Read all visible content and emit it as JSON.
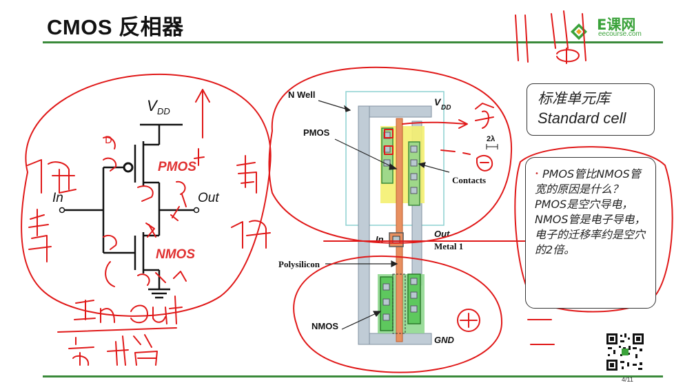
{
  "slide": {
    "title": "CMOS 反相器",
    "page_number": "4/11",
    "accent_color": "#3a8a3a"
  },
  "logo": {
    "text": "E课网",
    "subtext": "eecourse.com",
    "icon": "diamond-logo-icon",
    "color": "#3aa23a"
  },
  "schematic": {
    "vdd_label": "V",
    "vdd_sub": "DD",
    "pmos_label": "PMOS",
    "nmos_label": "NMOS",
    "in_label": "In",
    "out_label": "Out",
    "label_color": "#e03030"
  },
  "layout": {
    "nwell_label": "N Well",
    "vdd_label": "V",
    "vdd_sub": "DD",
    "pmos_label": "PMOS",
    "contacts_label": "Contacts",
    "in_label": "In",
    "out_label": "Out",
    "metal1_label": "Metal 1",
    "polysilicon_label": "Polysilicon",
    "nmos_label": "NMOS",
    "gnd_label": "GND",
    "scale_label": "2λ"
  },
  "standard_cell": {
    "title_zh": "标准单元库",
    "title_en": "Standard cell"
  },
  "note": {
    "text": "PMOS管比NMOS管宽的原因是什么？PMOS是空穴导电，NMOS管是电子导电，电子的迁移率约是空穴的2倍。"
  },
  "handwriting": {
    "low_left": "低",
    "high_left": "高",
    "high_mid": "高",
    "low_mid": "低",
    "high_right": "高",
    "in_bottom": "In",
    "out_bottom": "Out"
  }
}
